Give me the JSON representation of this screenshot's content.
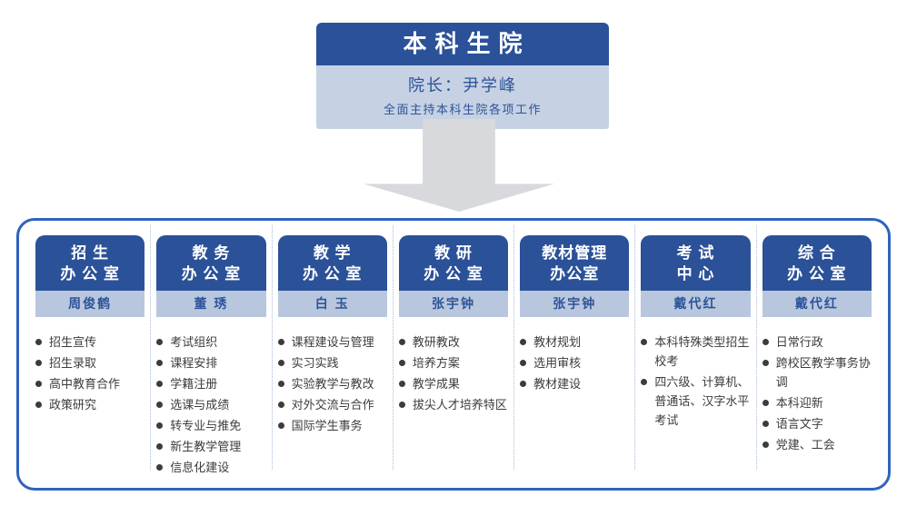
{
  "root": {
    "title": "本科生院",
    "leader_label": "院长：尹学峰",
    "leader_duty": "全面主持本科生院各项工作"
  },
  "colors": {
    "header_blue": "#2b5198",
    "panel_border": "#2f63bf",
    "name_bar": "#b9c7de",
    "sub_box": "#c6d1e3",
    "blue_text": "#2d5499",
    "arrow_gray": "#d7d9dc",
    "list_text": "#3c3c3c",
    "divider": "#a9bdd8"
  },
  "icons": {
    "down_arrow": "block-arrow-down",
    "bullet": "filled-circle"
  },
  "departments": [
    {
      "title_line1": "招 生",
      "title_line2": "办 公 室",
      "head": "周俊鹤",
      "items": [
        "招生宣传",
        "招生录取",
        "高中教育合作",
        "政策研究"
      ]
    },
    {
      "title_line1": "教 务",
      "title_line2": "办 公 室",
      "head": "董 琇",
      "items": [
        "考试组织",
        "课程安排",
        "学籍注册",
        "选课与成绩",
        "转专业与推免",
        "新生教学管理",
        "信息化建设"
      ]
    },
    {
      "title_line1": "教 学",
      "title_line2": "办 公 室",
      "head": "白 玉",
      "items": [
        "课程建设与管理",
        "实习实践",
        "实验教学与教改",
        "对外交流与合作",
        "国际学生事务"
      ]
    },
    {
      "title_line1": "教 研",
      "title_line2": "办 公 室",
      "head": "张宇钟",
      "items": [
        "教研教改",
        "培养方案",
        "教学成果",
        "拔尖人才培养特区"
      ]
    },
    {
      "title_line1": "教材管理",
      "title_line2": "办公室",
      "head": "张宇钟",
      "items": [
        "教材规划",
        "选用审核",
        "教材建设"
      ]
    },
    {
      "title_line1": "考 试",
      "title_line2": "中 心",
      "head": "戴代红",
      "items": [
        "本科特殊类型招生校考",
        "四六级、计算机、普通话、汉字水平考试"
      ]
    },
    {
      "title_line1": "综 合",
      "title_line2": "办 公 室",
      "head": "戴代红",
      "items": [
        "日常行政",
        "跨校区教学事务协调",
        "本科迎新",
        "语言文字",
        "党建、工会"
      ]
    }
  ]
}
